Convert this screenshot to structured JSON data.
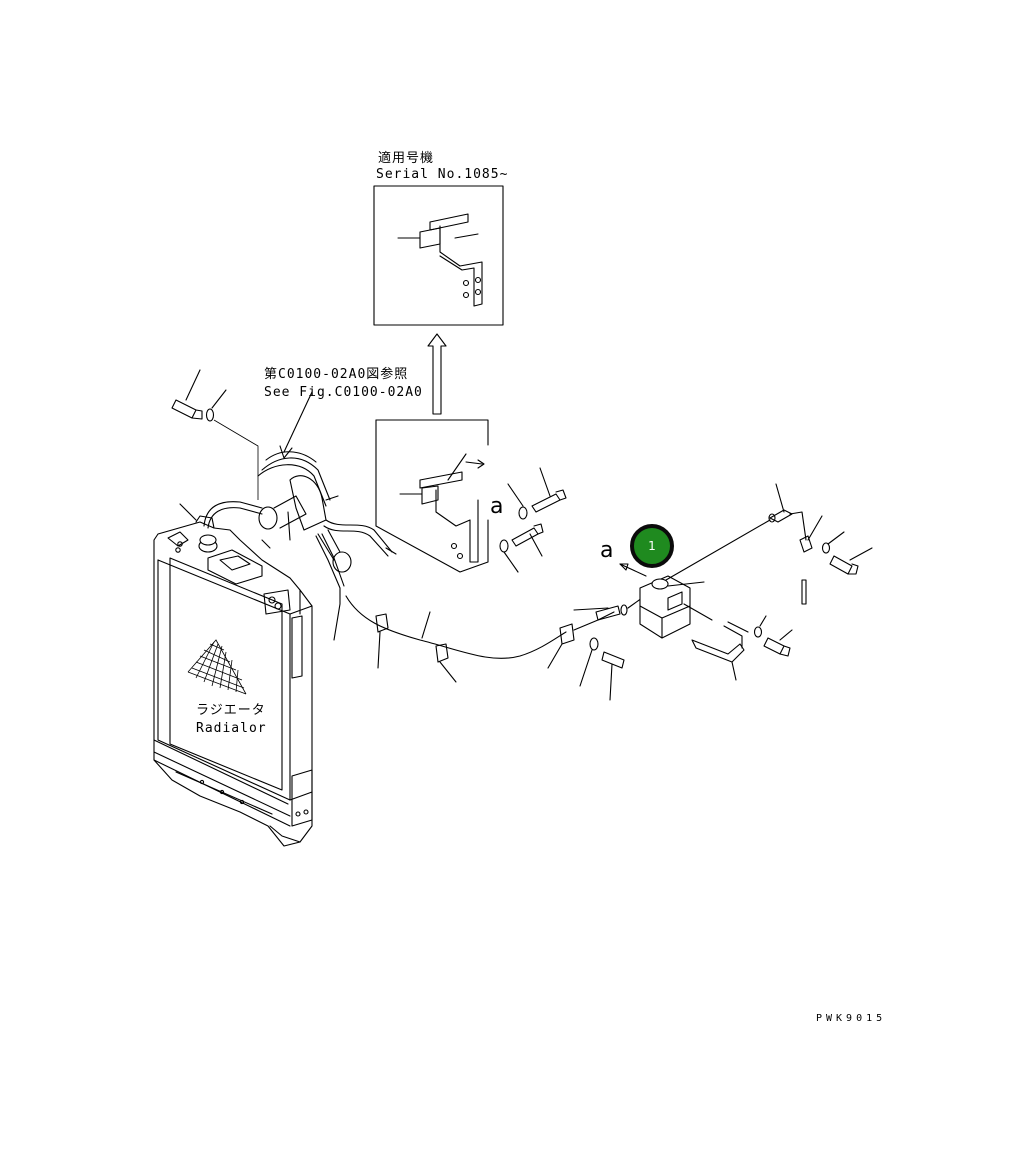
{
  "serial_label": {
    "jp": "適用号機",
    "en": "Serial No.1085~"
  },
  "fig_ref": {
    "jp": "第C0100-02A0図参照",
    "en": "See Fig.C0100-02A0"
  },
  "view_marker": "a",
  "radiator_label": {
    "jp": "ラジエータ",
    "en": "Radialor"
  },
  "callout_badge": "1",
  "drawing_code": "PWK9015"
}
